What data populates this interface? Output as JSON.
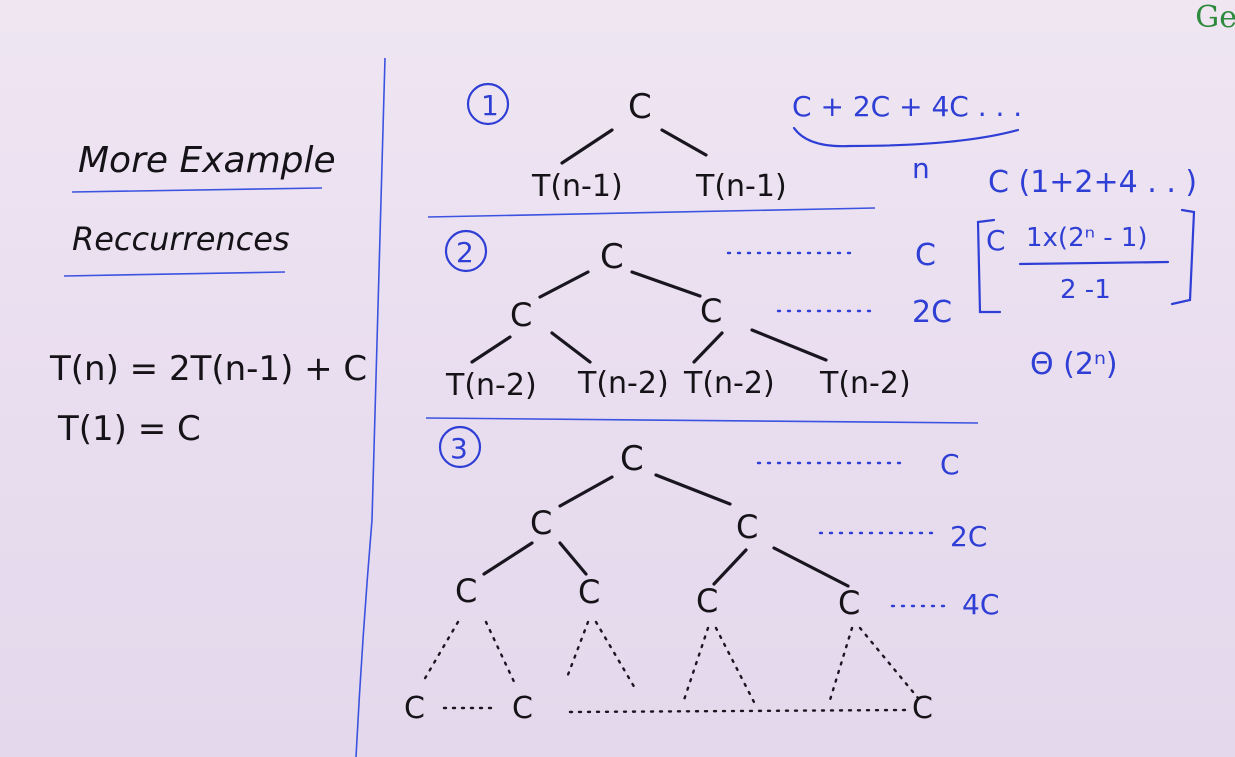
{
  "logo": "Ge",
  "left_panel": {
    "title": "More Example",
    "subtitle": "Reccurrences",
    "recurrence": "T(n) = 2T(n-1) + C",
    "base_case": "T(1) = C"
  },
  "steps": [
    {
      "number": "1",
      "root": "C",
      "children": [
        "T(n-1)",
        "T(n-1)"
      ]
    },
    {
      "number": "2",
      "root": "C",
      "level1": [
        "C",
        "C"
      ],
      "leaves": [
        "T(n-2)",
        "T(n-2)",
        "T(n-2)",
        "T(n-2)"
      ],
      "level_costs": [
        "C",
        "2C"
      ]
    },
    {
      "number": "3",
      "root": "C",
      "level1": [
        "C",
        "C"
      ],
      "level2": [
        "C",
        "C",
        "C",
        "C"
      ],
      "bottom": [
        "C",
        "C",
        "C"
      ],
      "level_costs": [
        "C",
        "2C",
        "4C"
      ]
    }
  ],
  "work": {
    "series": "C + 2C + 4C . . .",
    "n_label": "n",
    "factored": "C (1+2+4 . . )",
    "sum_prefix": "C",
    "numerator": "1x(2ⁿ - 1)",
    "denominator": "2 -1",
    "result": "Θ (2ⁿ)"
  }
}
